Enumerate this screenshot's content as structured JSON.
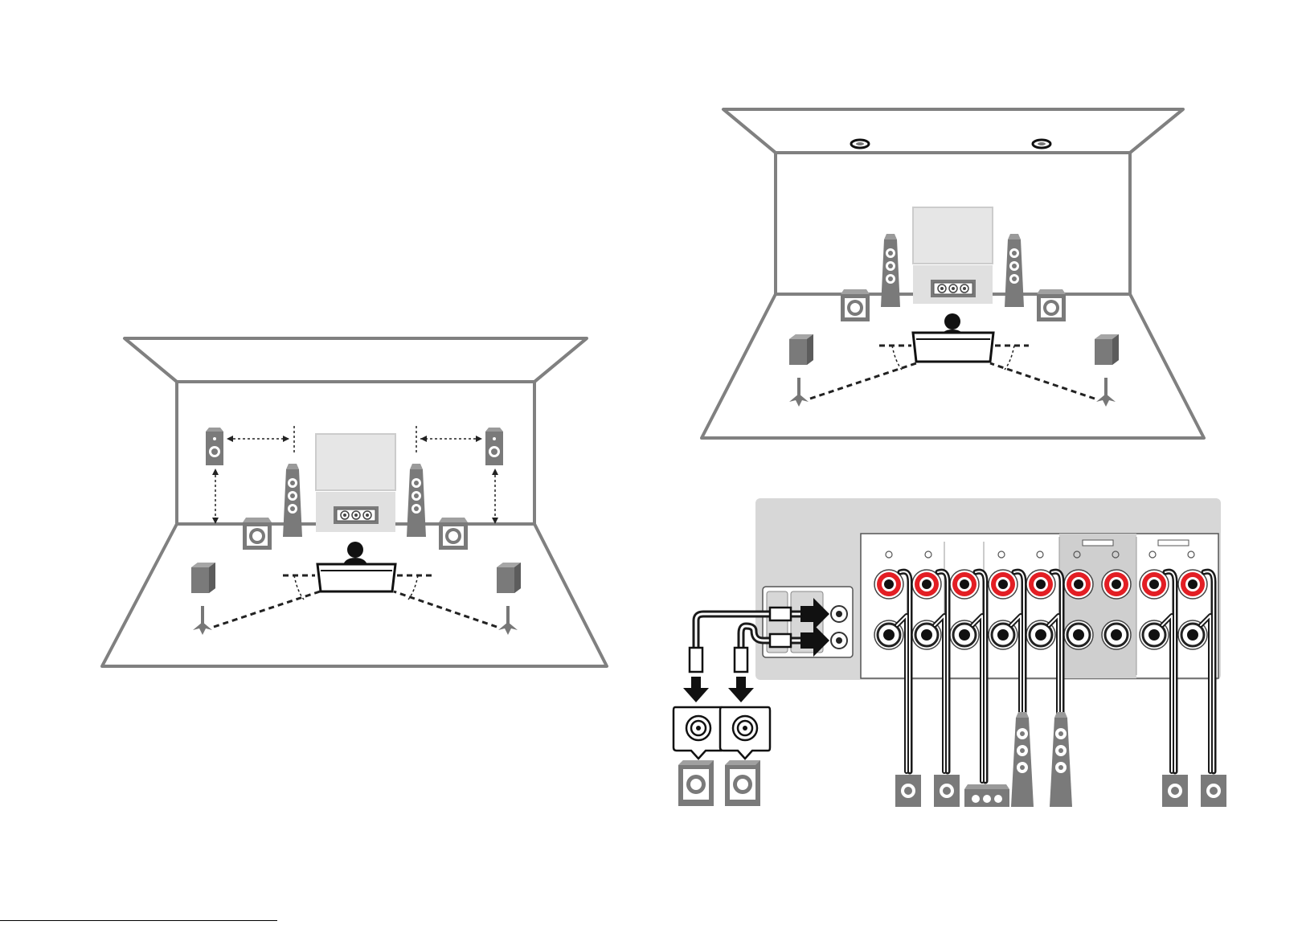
{
  "diagram": {
    "scene_left": {
      "kind": "room-layout",
      "speakers": [
        "front-presence-left",
        "front-presence-right",
        "front-left",
        "front-right",
        "center",
        "subwoofer-left",
        "subwoofer-right",
        "surround-left",
        "surround-right"
      ]
    },
    "scene_right": {
      "kind": "room-layout",
      "speakers": [
        "ceiling-left",
        "ceiling-right",
        "front-left",
        "front-right",
        "center",
        "subwoofer-left",
        "subwoofer-right",
        "surround-left",
        "surround-right"
      ]
    },
    "scene_panel": {
      "kind": "rear-panel-wiring",
      "terminal_pairs": 9,
      "pre_out_jacks": 2
    },
    "colors": {
      "room_outline": "#808080",
      "panel_bg": "#d7d7d7",
      "terminal_red": "#e31e24",
      "speaker_gray": "#7a7a7a",
      "cable": "#1a1a1a"
    }
  }
}
